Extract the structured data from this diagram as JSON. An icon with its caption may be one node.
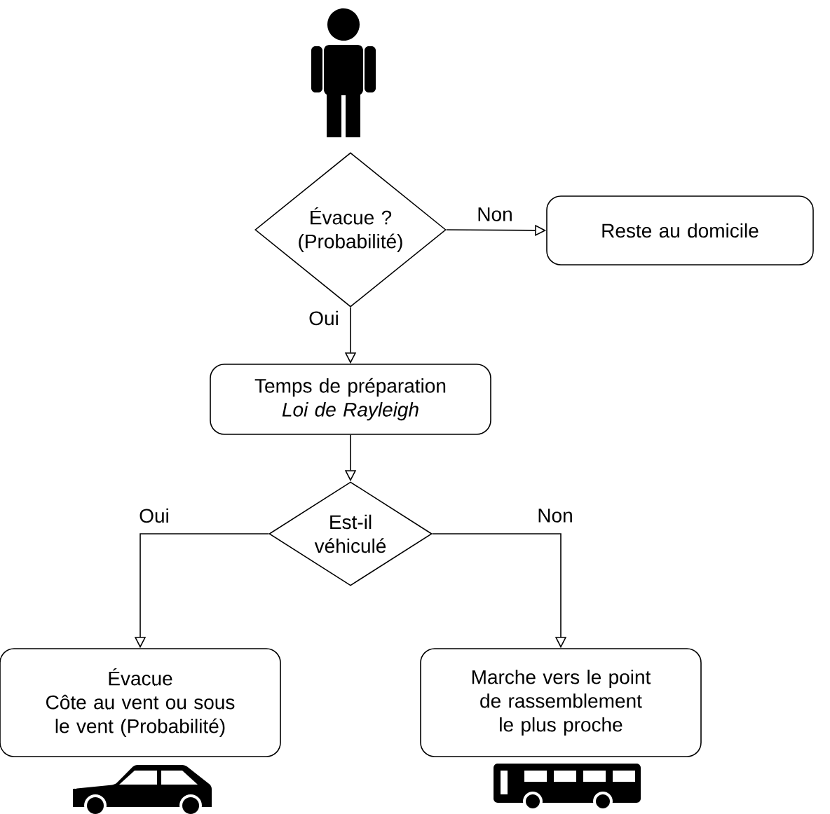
{
  "diagram": {
    "nodes": [
      {
        "text": [
          "Évacue ? (Probabilité)"
        ]
      },
      {
        "text": [
          "Reste au domicile"
        ]
      },
      {
        "text": [
          "Temps de préparation",
          "Loi de Rayleigh"
        ]
      },
      {
        "text": [
          "Est-il véhiculé"
        ]
      },
      {
        "text": [
          "Évacue",
          "Côte au vent ou sous le vent (Probabilité)"
        ]
      },
      {
        "text": [
          "Marche vers le point de rassemblement le plus proche"
        ]
      }
    ],
    "edges": [
      {
        "from": 0,
        "to": 1,
        "arrow": "to",
        "label": "Non"
      },
      {
        "from": 0,
        "to": 2,
        "arrow": "to",
        "label": "Oui"
      },
      {
        "from": 2,
        "to": 3,
        "arrow": "to"
      },
      {
        "from": 3,
        "to": 4,
        "arrow": "to",
        "label": "Oui"
      },
      {
        "from": 3,
        "to": 5,
        "arrow": "to",
        "label": "Non"
      }
    ]
  }
}
